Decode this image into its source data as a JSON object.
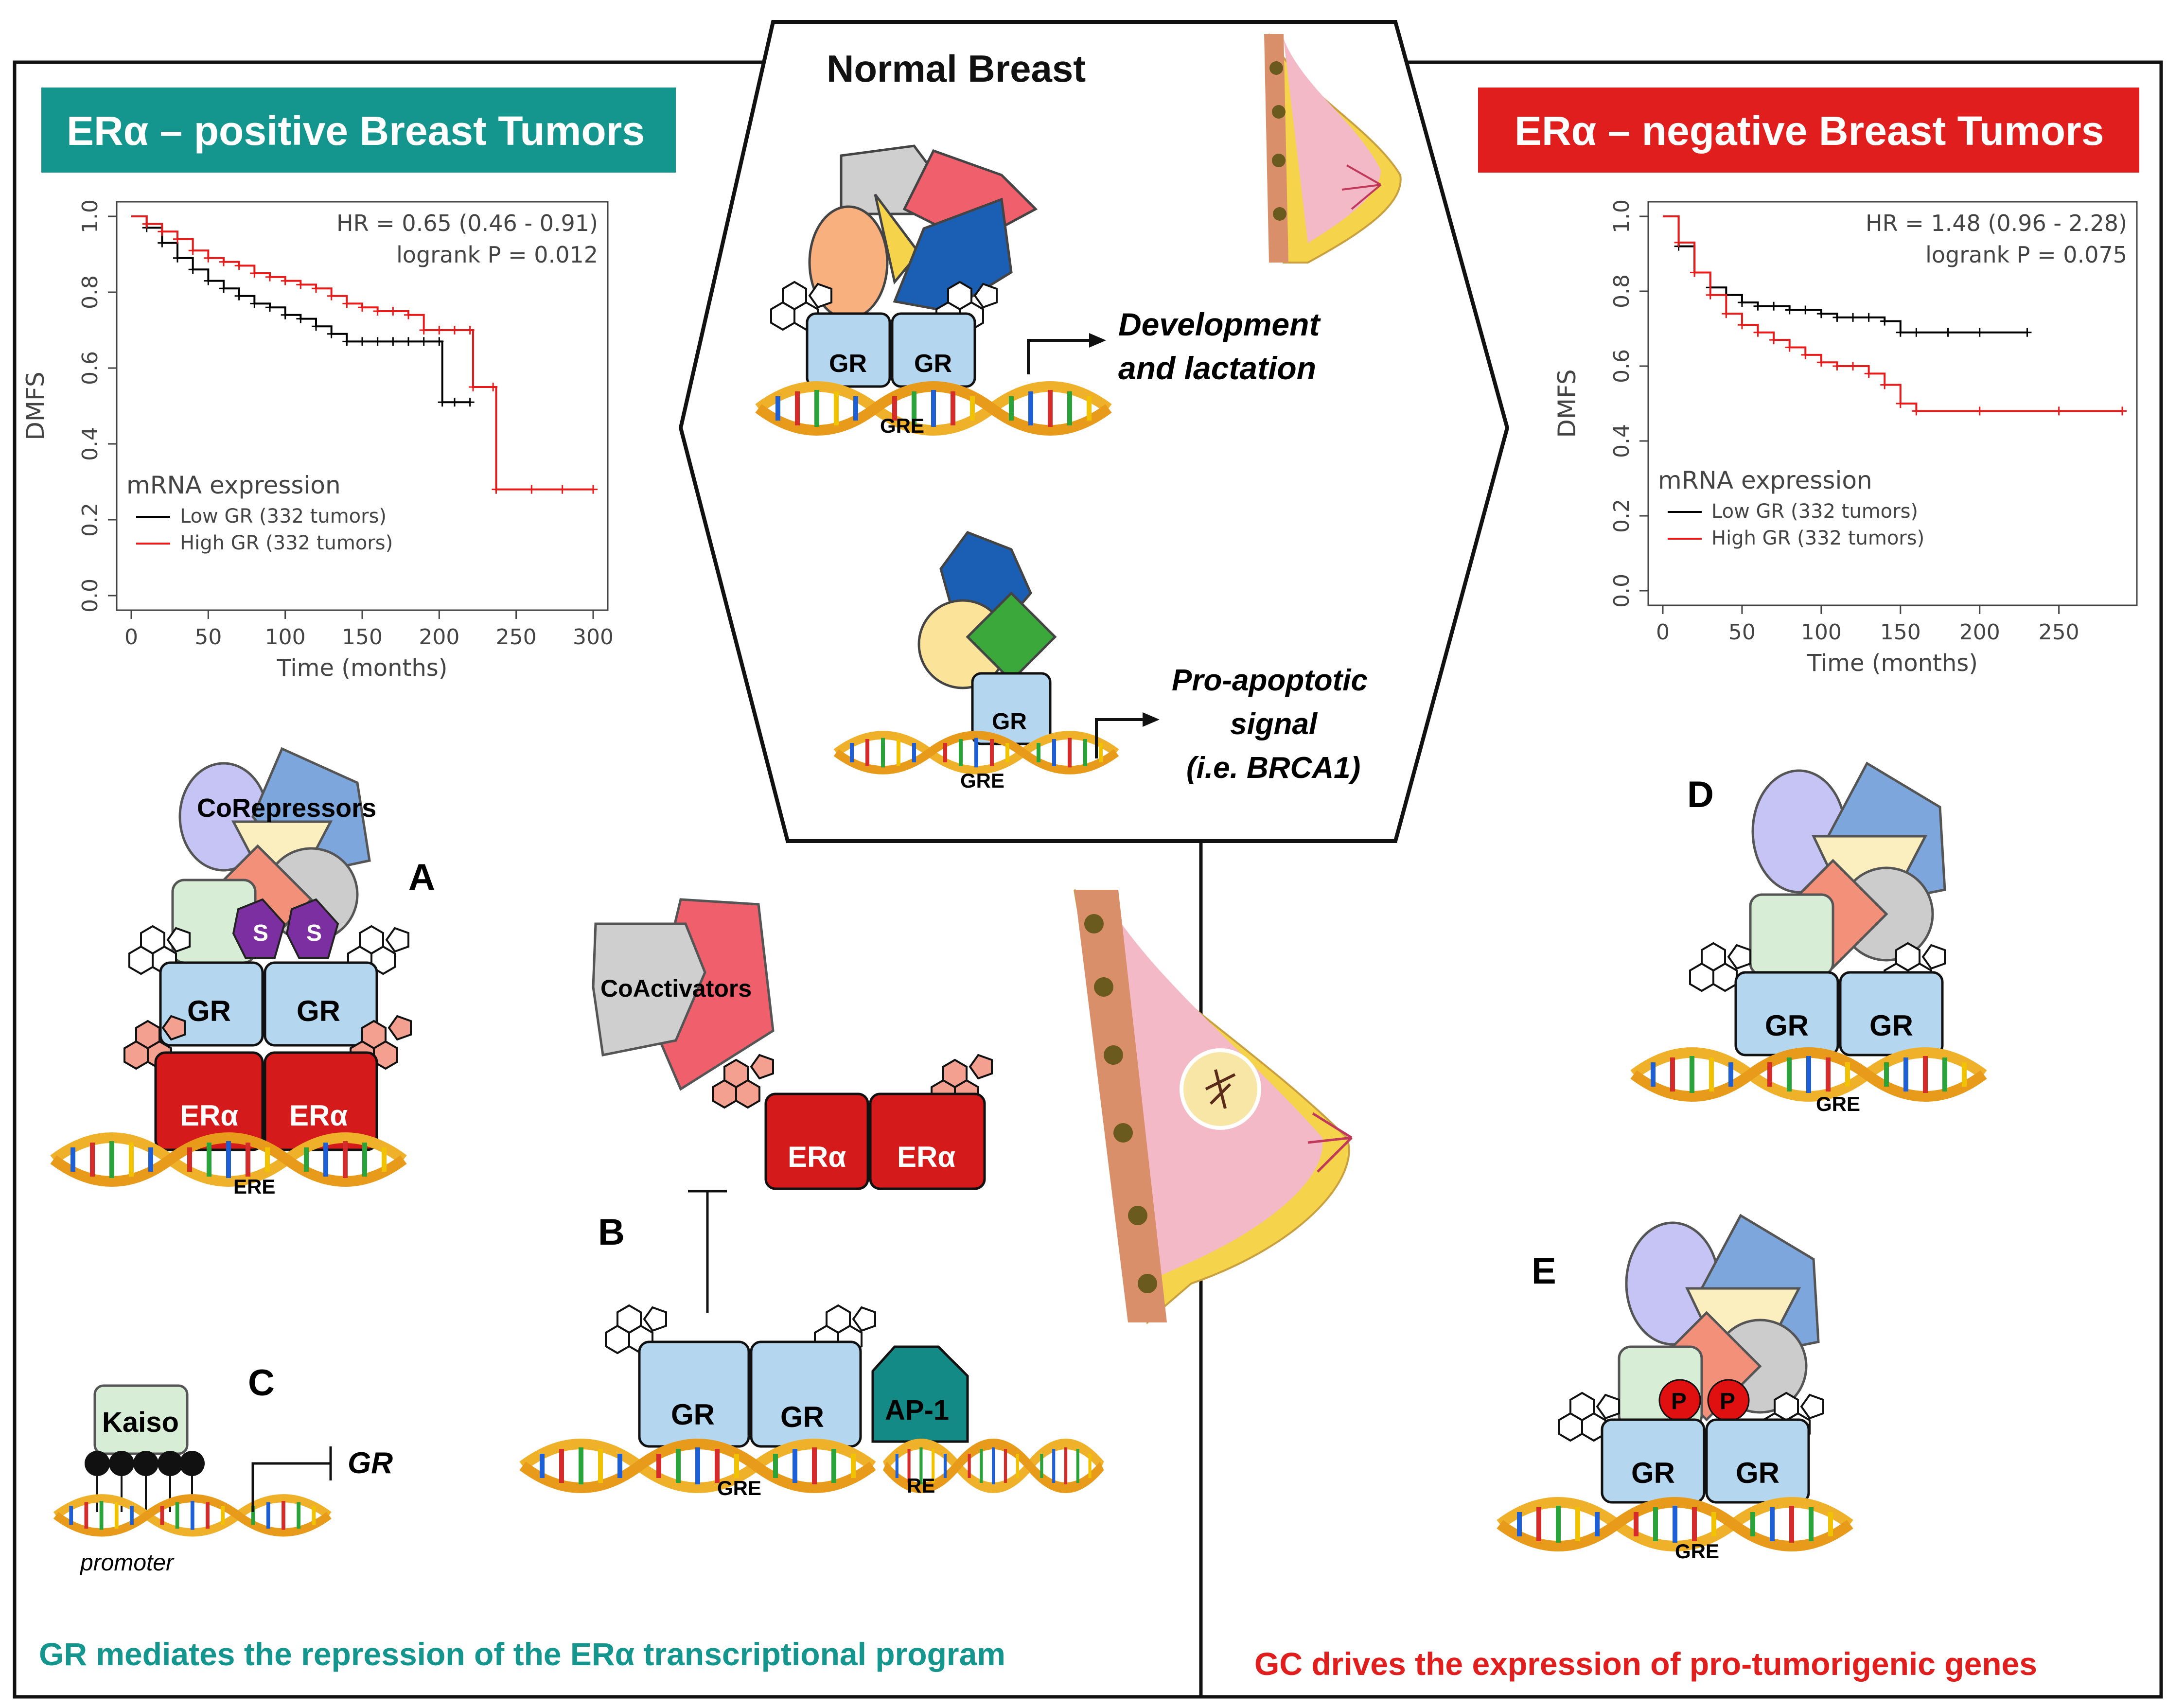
{
  "center": {
    "title": "Normal Breast",
    "development_label_1": "Development",
    "development_label_2": "and lactation",
    "apoptotic_label_1": "Pro-apoptotic",
    "apoptotic_label_2": "signal",
    "apoptotic_label_3": "(i.e. BRCA1)",
    "gr": "GR",
    "gre": "GRE"
  },
  "left": {
    "header": "ERα – positive Breast Tumors",
    "footer": "GR mediates the repression of the ERα transcriptional program",
    "header_color": "#14968e",
    "panel_a": "A",
    "panel_b": "B",
    "panel_c": "C",
    "corepressors": "CoRepressors",
    "coactivators": "CoActivators",
    "s": "S",
    "gr": "GR",
    "era": "ERα",
    "ere": "ERE",
    "gre": "GRE",
    "ap1": "AP-1",
    "re": "RE",
    "kaiso": "Kaiso",
    "gr_gene": "GR",
    "promoter": "promoter"
  },
  "right": {
    "header": "ERα – negative Breast Tumors",
    "footer": "GC drives the expression of pro-tumorigenic genes",
    "header_color": "#e01e1e",
    "panel_d": "D",
    "panel_e": "E",
    "p": "P",
    "gr": "GR",
    "gre": "GRE"
  },
  "chart_data": [
    {
      "type": "line",
      "stat_1": "HR = 0.65 (0.46 - 0.91)",
      "stat_2": "logrank P = 0.012",
      "xlabel": "Time (months)",
      "ylabel": "DMFS",
      "legend_title": "mRNA expression",
      "xlim": [
        0,
        300
      ],
      "ylim": [
        0,
        1
      ],
      "xticks": [
        "0",
        "50",
        "100",
        "150",
        "200",
        "250",
        "300"
      ],
      "yticks": [
        "0.0",
        "0.2",
        "0.4",
        "0.6",
        "0.8",
        "1.0"
      ],
      "series": [
        {
          "name": "Low GR (332 tumors)",
          "color": "#000000",
          "x": [
            0,
            10,
            20,
            30,
            40,
            50,
            60,
            70,
            80,
            90,
            100,
            110,
            120,
            130,
            140,
            150,
            160,
            170,
            180,
            190,
            200,
            202,
            210,
            220
          ],
          "y": [
            1.0,
            0.97,
            0.93,
            0.89,
            0.86,
            0.83,
            0.81,
            0.79,
            0.77,
            0.76,
            0.74,
            0.73,
            0.71,
            0.69,
            0.67,
            0.67,
            0.67,
            0.67,
            0.67,
            0.67,
            0.67,
            0.51,
            0.51,
            0.51
          ]
        },
        {
          "name": "High GR (332 tumors)",
          "color": "#e81b1b",
          "x": [
            0,
            10,
            20,
            30,
            40,
            50,
            60,
            70,
            80,
            90,
            100,
            110,
            120,
            130,
            140,
            150,
            160,
            170,
            180,
            190,
            200,
            210,
            220,
            222,
            235,
            237,
            260,
            280,
            300
          ],
          "y": [
            1.0,
            0.98,
            0.96,
            0.94,
            0.91,
            0.89,
            0.88,
            0.87,
            0.85,
            0.84,
            0.83,
            0.82,
            0.81,
            0.79,
            0.77,
            0.76,
            0.75,
            0.75,
            0.74,
            0.7,
            0.7,
            0.7,
            0.7,
            0.55,
            0.55,
            0.28,
            0.28,
            0.28,
            0.28
          ]
        }
      ]
    },
    {
      "type": "line",
      "stat_1": "HR = 1.48 (0.96 - 2.28)",
      "stat_2": "logrank P = 0.075",
      "xlabel": "Time (months)",
      "ylabel": "DMFS",
      "legend_title": "mRNA expression",
      "xlim": [
        0,
        290
      ],
      "ylim": [
        0,
        1
      ],
      "xticks": [
        "0",
        "50",
        "100",
        "150",
        "200",
        "250"
      ],
      "yticks": [
        "0.0",
        "0.2",
        "0.4",
        "0.6",
        "0.8",
        "1.0"
      ],
      "series": [
        {
          "name": "Low GR (332 tumors)",
          "color": "#000000",
          "x": [
            0,
            10,
            20,
            30,
            40,
            50,
            60,
            70,
            80,
            90,
            100,
            110,
            120,
            130,
            140,
            150,
            160,
            180,
            200,
            230
          ],
          "y": [
            1.0,
            0.92,
            0.85,
            0.81,
            0.79,
            0.77,
            0.76,
            0.76,
            0.75,
            0.75,
            0.74,
            0.73,
            0.73,
            0.73,
            0.72,
            0.69,
            0.69,
            0.69,
            0.69,
            0.69
          ]
        },
        {
          "name": "High GR (332 tumors)",
          "color": "#e81b1b",
          "x": [
            0,
            10,
            20,
            30,
            40,
            50,
            60,
            70,
            80,
            90,
            100,
            110,
            120,
            130,
            140,
            150,
            160,
            200,
            250,
            290
          ],
          "y": [
            1.0,
            0.93,
            0.85,
            0.79,
            0.74,
            0.71,
            0.69,
            0.67,
            0.65,
            0.63,
            0.61,
            0.6,
            0.6,
            0.58,
            0.55,
            0.5,
            0.48,
            0.48,
            0.48,
            0.48
          ]
        }
      ]
    }
  ]
}
